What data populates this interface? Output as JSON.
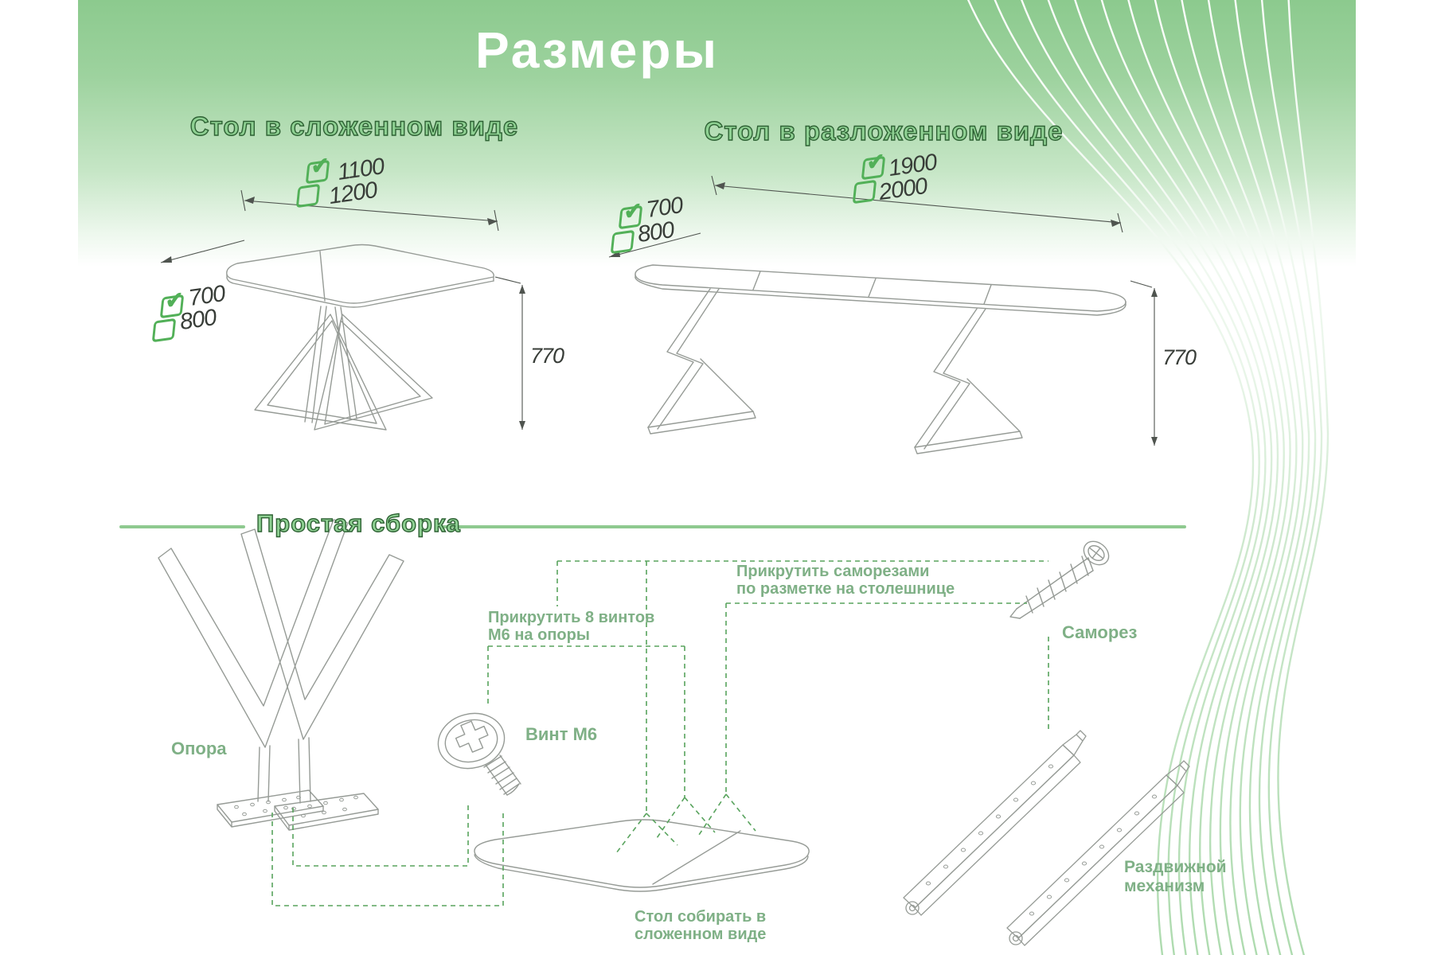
{
  "page": {
    "title": "Размеры"
  },
  "folded": {
    "heading": "Стол в сложенном виде",
    "length": [
      {
        "value": "1100",
        "checked": true
      },
      {
        "value": "1200",
        "checked": false
      }
    ],
    "depth": [
      {
        "value": "700",
        "checked": true
      },
      {
        "value": "800",
        "checked": false
      }
    ],
    "height": "770"
  },
  "unfolded": {
    "heading": "Стол в разложенном виде",
    "length": [
      {
        "value": "1900",
        "checked": true
      },
      {
        "value": "2000",
        "checked": false
      }
    ],
    "depth": [
      {
        "value": "700",
        "checked": true
      },
      {
        "value": "800",
        "checked": false
      }
    ],
    "height": "770"
  },
  "assembly": {
    "heading": "Простая сборка",
    "support_label": "Опора",
    "bolt_label": "Винт М6",
    "screw_label": "Саморез",
    "mechanism_label": "Раздвижной\nмеханизм",
    "note_bolts": "Прикрутить 8 винтов\nМ6 на опоры",
    "note_screws": "Прикрутить саморезами\nпо разметке на столешнице",
    "note_fold": "Стол собирать в\nсложенном виде"
  },
  "colors": {
    "background_green": "#8cca8e",
    "accent_green": "#52b058",
    "heading_green": "#8ed092",
    "note_green": "#7fb086",
    "dashed_green": "#58a35d",
    "drawing_gray": "#969b96"
  }
}
